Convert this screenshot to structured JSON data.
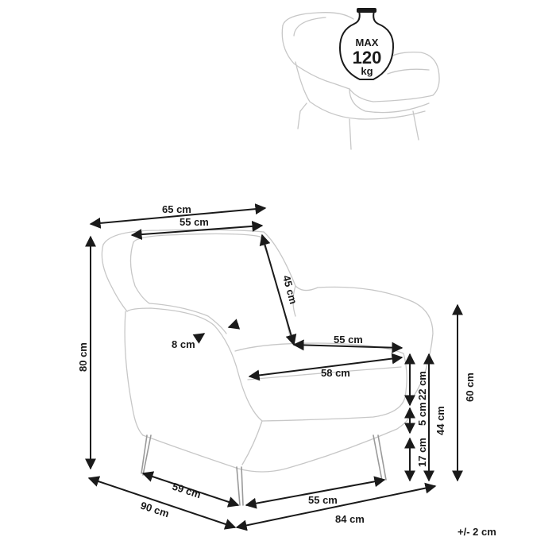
{
  "badge": {
    "max": "MAX",
    "weight": "120",
    "unit": "kg",
    "icon": "weight-capacity-icon"
  },
  "dimensions": {
    "width_top": "65 cm",
    "backrest_width": "55 cm",
    "backrest_height": "45 cm",
    "seat_depth_top": "55 cm",
    "arm_thickness": "8 cm",
    "seat_width": "58 cm",
    "total_height": "80 cm",
    "seat_cushion": "22 cm",
    "seat_base": "5 cm",
    "leg_height": "17 cm",
    "seat_height": "44 cm",
    "arm_height": "60 cm",
    "base_depth": "59 cm",
    "base_width": "55 cm",
    "total_depth": "90 cm",
    "total_width": "84 cm"
  },
  "tolerance": "+/- 2 cm"
}
